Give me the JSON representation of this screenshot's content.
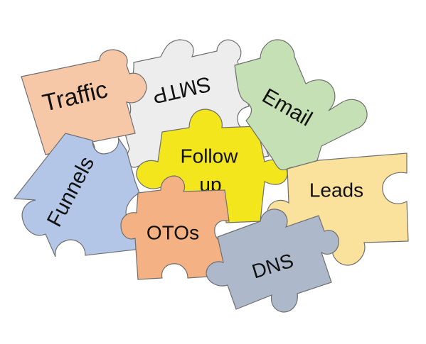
{
  "pieces": {
    "traffic": {
      "label": "Traffic",
      "color": "#F7C8A8"
    },
    "smtp": {
      "label": "SMTP",
      "color": "#EDEDED"
    },
    "email": {
      "label": "Email",
      "color": "#C5E0B4"
    },
    "funnels": {
      "label": "Funnels",
      "color": "#B4C6E7"
    },
    "followup": {
      "label_line1": "Follow",
      "label_line2": "up",
      "color": "#F3E61C"
    },
    "leads": {
      "label": "Leads",
      "color": "#FAE29C"
    },
    "otos": {
      "label": "OTOs",
      "color": "#F4B183"
    },
    "dns": {
      "label": "DNS",
      "color": "#ADB9CA"
    }
  }
}
